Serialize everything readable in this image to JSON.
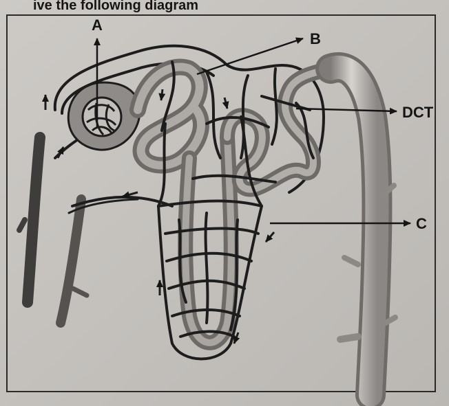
{
  "header": {
    "cropped_heading_text": "ive the following diagram"
  },
  "diagram": {
    "labels": {
      "a": "A",
      "b": "B",
      "dct": "DCT",
      "c": "C"
    },
    "colors": {
      "paper": "#c9c6c2",
      "frame": "#2a2a2a",
      "vessel_ink": "#1d1d1d",
      "tubule_fill": "#8d8a86",
      "collecting_duct_fill": "#a9a6a2",
      "vein_fill": "#4a4846"
    }
  }
}
